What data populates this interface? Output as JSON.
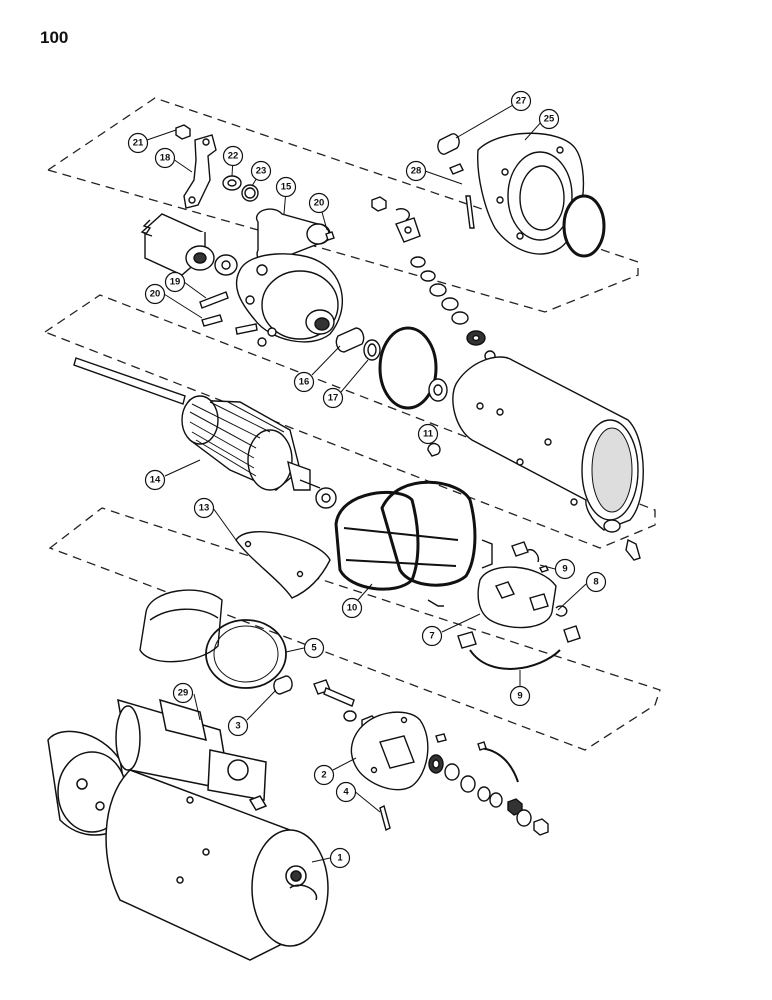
{
  "page": {
    "number": "100"
  },
  "callouts": [
    {
      "key": "c1",
      "label": "1"
    },
    {
      "key": "c2",
      "label": "2"
    },
    {
      "key": "c3",
      "label": "3"
    },
    {
      "key": "c4",
      "label": "4"
    },
    {
      "key": "c5",
      "label": "5"
    },
    {
      "key": "c7",
      "label": "7"
    },
    {
      "key": "c8",
      "label": "8"
    },
    {
      "key": "c9a",
      "label": "9"
    },
    {
      "key": "c9b",
      "label": "9"
    },
    {
      "key": "c10",
      "label": "10"
    },
    {
      "key": "c11",
      "label": "11"
    },
    {
      "key": "c13",
      "label": "13"
    },
    {
      "key": "c14",
      "label": "14"
    },
    {
      "key": "c15",
      "label": "15"
    },
    {
      "key": "c16",
      "label": "16"
    },
    {
      "key": "c17",
      "label": "17"
    },
    {
      "key": "c18",
      "label": "18"
    },
    {
      "key": "c19",
      "label": "19"
    },
    {
      "key": "c20a",
      "label": "20"
    },
    {
      "key": "c20b",
      "label": "20"
    },
    {
      "key": "c21",
      "label": "21"
    },
    {
      "key": "c22",
      "label": "22"
    },
    {
      "key": "c23",
      "label": "23"
    },
    {
      "key": "c25",
      "label": "25"
    },
    {
      "key": "c27",
      "label": "27"
    },
    {
      "key": "c28",
      "label": "28"
    },
    {
      "key": "c29",
      "label": "29"
    }
  ]
}
